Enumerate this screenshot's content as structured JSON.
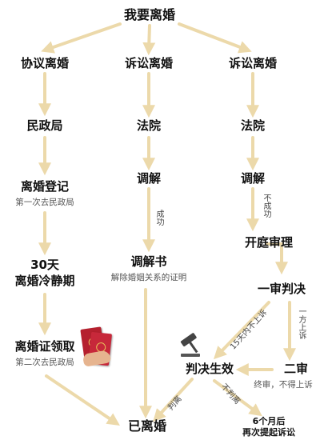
{
  "title": "我要离婚",
  "columns": {
    "left": {
      "start": "协议离婚",
      "step1": "民政局",
      "step2": "离婚登记",
      "step2_sub": "第一次去民政局",
      "step3_line1": "30天",
      "step3_line2": "离婚冷静期",
      "step4": "离婚证领取",
      "step4_sub": "第二次去民政局"
    },
    "middle": {
      "start": "诉讼离婚",
      "step1": "法院",
      "step2": "调解",
      "success_label": "成功",
      "step3": "调解书",
      "step3_sub": "解除婚姻关系的证明"
    },
    "right": {
      "start": "诉讼离婚",
      "step1": "法院",
      "step2": "调解",
      "fail_label": "不成功",
      "step3": "开庭审理",
      "step4": "一审判决",
      "appeal_label": "一方上诉",
      "no_appeal_label": "15天内不上诉",
      "step5": "二审",
      "step5_sub": "终审，不得上诉"
    }
  },
  "effective": "判决生效",
  "judged_divorce_label": "判离",
  "judged_no_divorce_label": "不判离",
  "final": "已离婚",
  "retry_line1": "6个月后",
  "retry_line2": "再次提起诉讼",
  "colors": {
    "arrow": "#ecd9aa",
    "text": "#111111",
    "subtext": "#555555",
    "cert_red": "#c7283a"
  },
  "icons": [
    "gavel-icon",
    "marriage-certificate-icon"
  ]
}
